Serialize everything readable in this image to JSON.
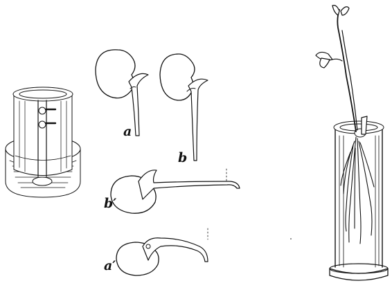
{
  "figure": {
    "labels": {
      "a": "a",
      "b": "b",
      "b_prime": "b′",
      "a_prime": "a′"
    },
    "colors": {
      "ink": "#111111",
      "paper": "#ffffff"
    }
  }
}
